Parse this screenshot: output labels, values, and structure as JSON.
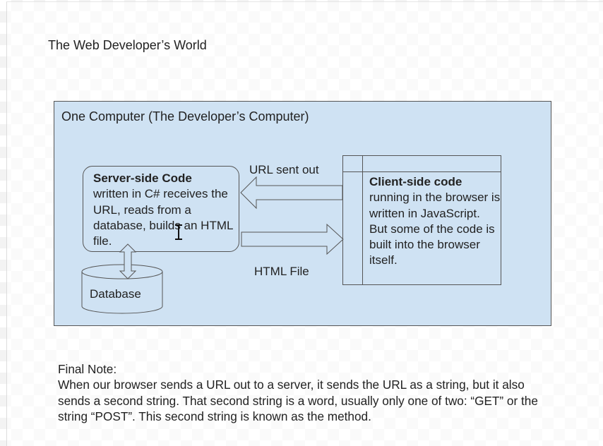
{
  "page": {
    "title": "The Web Developer’s World"
  },
  "diagram": {
    "computer_label": "One Computer (The Developer’s Computer)",
    "server": {
      "heading": "Server-side Code",
      "body": "written in C# receives the URL, reads from a database, builds an HTML file."
    },
    "client": {
      "heading": "Client-side code",
      "body": "running in the browser is written in JavaScript. But some of the code is built into the browser itself."
    },
    "url_arrow_label": "URL sent out",
    "html_arrow_label": "HTML File",
    "database_label": "Database"
  },
  "final_note": {
    "heading": "Final Note:",
    "body": "When our browser sends a URL out to a server, it sends the URL as a string, but it also sends a second string. That second string is a word, usually only one of two: “GET” or the string “POST”. This second string is known as the method."
  },
  "colors": {
    "computer_fill": "#cfe2f3",
    "stroke": "#555555",
    "text": "#222222"
  }
}
